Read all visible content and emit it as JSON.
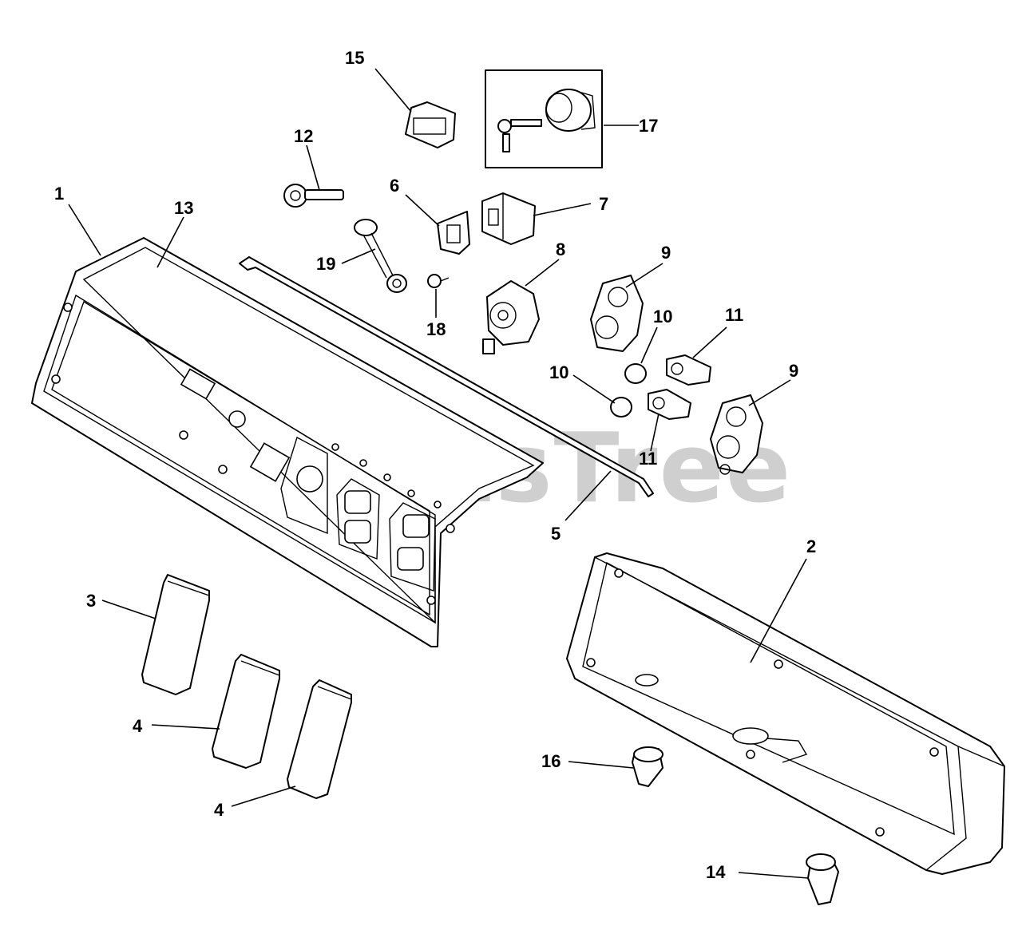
{
  "watermark": "PartsTree",
  "callouts": [
    {
      "id": "callout-1",
      "text": "1"
    },
    {
      "id": "callout-2",
      "text": "2"
    },
    {
      "id": "callout-3",
      "text": "3"
    },
    {
      "id": "callout-4a",
      "text": "4"
    },
    {
      "id": "callout-4b",
      "text": "4"
    },
    {
      "id": "callout-5",
      "text": "5"
    },
    {
      "id": "callout-6",
      "text": "6"
    },
    {
      "id": "callout-7",
      "text": "7"
    },
    {
      "id": "callout-8",
      "text": "8"
    },
    {
      "id": "callout-9a",
      "text": "9"
    },
    {
      "id": "callout-9b",
      "text": "9"
    },
    {
      "id": "callout-10a",
      "text": "10"
    },
    {
      "id": "callout-10b",
      "text": "10"
    },
    {
      "id": "callout-11a",
      "text": "11"
    },
    {
      "id": "callout-11b",
      "text": "11"
    },
    {
      "id": "callout-12",
      "text": "12"
    },
    {
      "id": "callout-13",
      "text": "13"
    },
    {
      "id": "callout-14",
      "text": "14"
    },
    {
      "id": "callout-15",
      "text": "15"
    },
    {
      "id": "callout-16",
      "text": "16"
    },
    {
      "id": "callout-17",
      "text": "17"
    },
    {
      "id": "callout-18",
      "text": "18"
    },
    {
      "id": "callout-19",
      "text": "19"
    }
  ]
}
